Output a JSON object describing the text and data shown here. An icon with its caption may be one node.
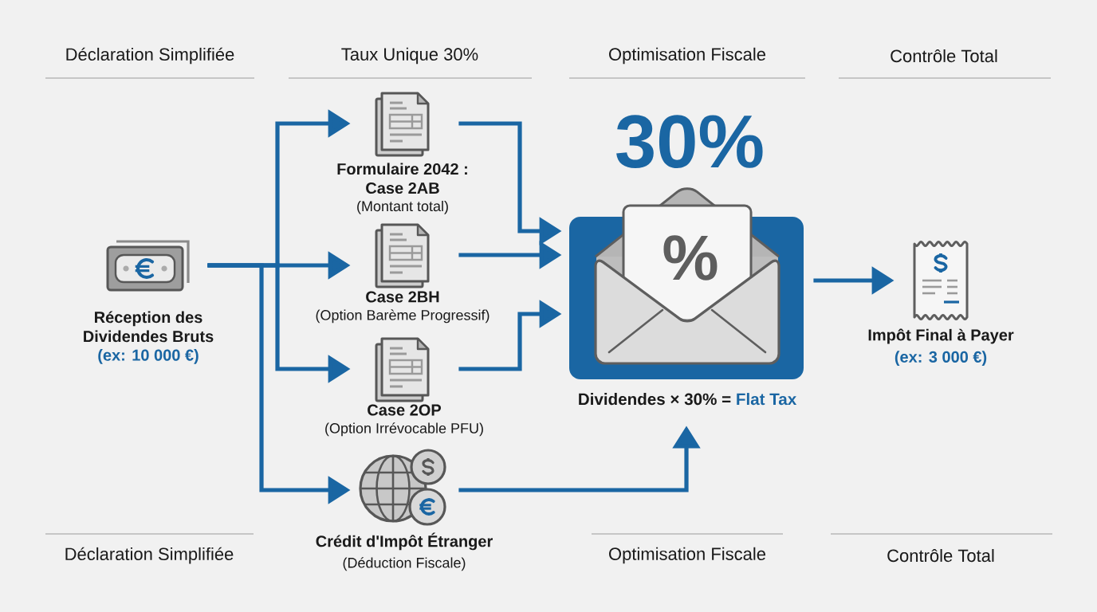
{
  "diagram": {
    "nodes": [
      {
        "text": [
          "Réception des Dividendes Bruts",
          "(ex: 10 000 €)"
        ]
      },
      {
        "text": [
          "Formulaire 2042 : Case 2AB",
          "(Montant total)"
        ]
      },
      {
        "text": [
          "Case 2BH",
          "(Option Barème Progressif)"
        ]
      },
      {
        "text": [
          "Case 2OP",
          "(Option Irrévocable PFU)"
        ]
      },
      {
        "text": [
          "Crédit d'Impôt Étranger",
          "(Déduction Fiscale)"
        ]
      },
      {
        "text": [
          "30%",
          "%",
          "Dividendes × 30% =",
          "Flat Tax"
        ]
      },
      {
        "text": [
          "Impôt Final à Payer",
          "(ex: 3 000 €)"
        ]
      }
    ],
    "edges": [
      {
        "from": 0,
        "to": 1,
        "arrow": "to"
      },
      {
        "from": 0,
        "to": 2,
        "arrow": "to"
      },
      {
        "from": 0,
        "to": 3,
        "arrow": "to"
      },
      {
        "from": 0,
        "to": 4,
        "arrow": "to"
      },
      {
        "from": 1,
        "to": 5,
        "arrow": "to"
      },
      {
        "from": 2,
        "to": 5,
        "arrow": "to"
      },
      {
        "from": 3,
        "to": 5,
        "arrow": "to"
      },
      {
        "from": 4,
        "to": 5,
        "arrow": "to"
      },
      {
        "from": 5,
        "to": 6,
        "arrow": "to"
      }
    ],
    "labels": [
      "Déclaration Simplifiée",
      "Taux Unique 30%",
      "Optimisation Fiscale",
      "Contrôle Total",
      "Déclaration Simplifiée",
      "Optimisation Fiscale",
      "Contrôle Total"
    ]
  }
}
